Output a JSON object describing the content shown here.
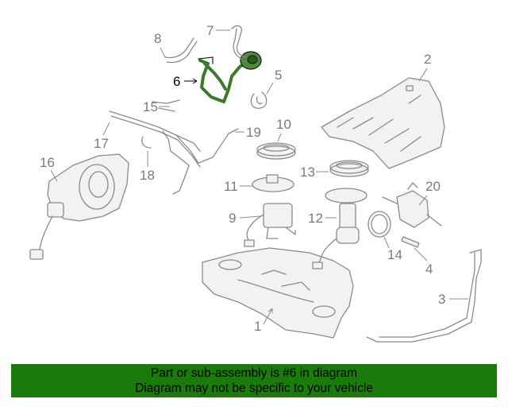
{
  "callouts": [
    {
      "id": "1",
      "label": "1"
    },
    {
      "id": "2",
      "label": "2"
    },
    {
      "id": "3",
      "label": "3"
    },
    {
      "id": "4",
      "label": "4"
    },
    {
      "id": "5",
      "label": "5"
    },
    {
      "id": "6",
      "label": "6",
      "highlighted": true
    },
    {
      "id": "7",
      "label": "7"
    },
    {
      "id": "8",
      "label": "8"
    },
    {
      "id": "9",
      "label": "9"
    },
    {
      "id": "10",
      "label": "10"
    },
    {
      "id": "11",
      "label": "11"
    },
    {
      "id": "12",
      "label": "12"
    },
    {
      "id": "13",
      "label": "13"
    },
    {
      "id": "14",
      "label": "14"
    },
    {
      "id": "15",
      "label": "15"
    },
    {
      "id": "16",
      "label": "16"
    },
    {
      "id": "17",
      "label": "17"
    },
    {
      "id": "18",
      "label": "18"
    },
    {
      "id": "19",
      "label": "19"
    },
    {
      "id": "20",
      "label": "20"
    }
  ],
  "banner": {
    "line1": "Part or sub-assembly is #6 in diagram",
    "line2": "Diagram may not be specific to your vehicle"
  },
  "colors": {
    "banner_bg": "#1a7a0a",
    "highlight": "#3a7a2a"
  }
}
